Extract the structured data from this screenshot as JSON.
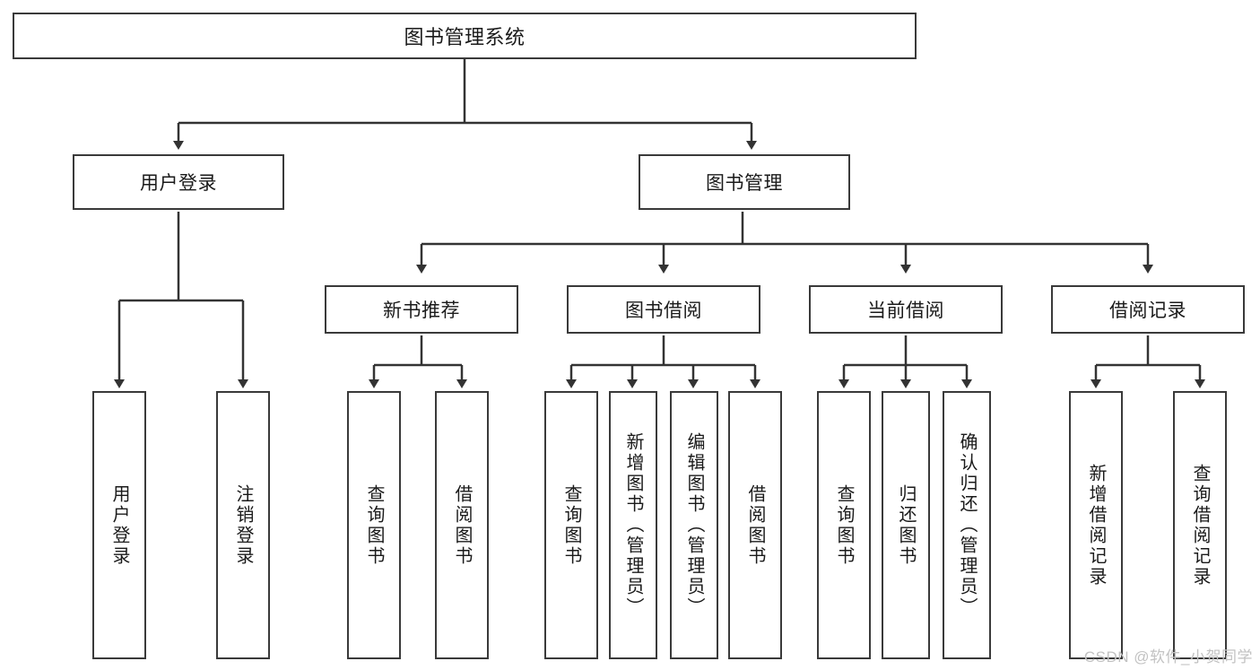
{
  "diagram": {
    "title": "图书管理系统",
    "watermark": "CSDN @软件_小贺同学",
    "line_color": "#333333",
    "box_border_color": "#3a3a3a",
    "background": "#ffffff",
    "nodes": {
      "root": {
        "label": "图书管理系统"
      },
      "level1": [
        {
          "id": "user-login",
          "label": "用户登录"
        },
        {
          "id": "book-manage",
          "label": "图书管理"
        }
      ],
      "level2": [
        {
          "id": "new-book-recommend",
          "label": "新书推荐"
        },
        {
          "id": "book-borrow",
          "label": "图书借阅"
        },
        {
          "id": "current-borrow",
          "label": "当前借阅"
        },
        {
          "id": "borrow-record",
          "label": "借阅记录"
        }
      ],
      "leaves": {
        "user-login": [
          {
            "id": "leaf-user-login",
            "label": "用户登录"
          },
          {
            "id": "leaf-logout",
            "label": "注销登录"
          }
        ],
        "new-book-recommend": [
          {
            "id": "leaf-query-book-1",
            "label": "查询图书"
          },
          {
            "id": "leaf-borrow-book-1",
            "label": "借阅图书"
          }
        ],
        "book-borrow": [
          {
            "id": "leaf-query-book-2",
            "label": "查询图书"
          },
          {
            "id": "leaf-add-book",
            "label": "新增图书（管理员）"
          },
          {
            "id": "leaf-edit-book",
            "label": "编辑图书（管理员）"
          },
          {
            "id": "leaf-borrow-book-2",
            "label": "借阅图书"
          }
        ],
        "current-borrow": [
          {
            "id": "leaf-query-book-3",
            "label": "查询图书"
          },
          {
            "id": "leaf-return-book",
            "label": "归还图书"
          },
          {
            "id": "leaf-confirm-return",
            "label": "确认归还（管理员）"
          }
        ],
        "borrow-record": [
          {
            "id": "leaf-add-record",
            "label": "新增借阅记录"
          },
          {
            "id": "leaf-query-record",
            "label": "查询借阅记录"
          }
        ]
      }
    }
  }
}
